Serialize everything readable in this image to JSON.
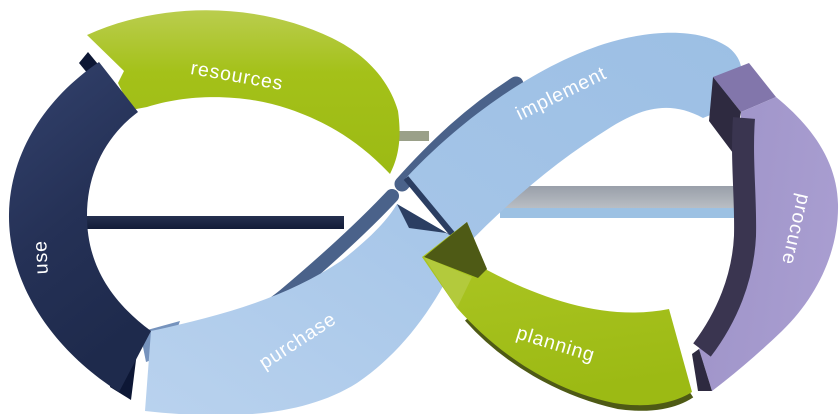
{
  "diagram": {
    "type": "infinity-loop-process-diagram",
    "labels": {
      "resources": "resources",
      "use": "use",
      "purchase": "purchase",
      "implement": "implement",
      "planning": "planning",
      "procure": "procure"
    },
    "colors": {
      "green": "#a4c119",
      "green_light": "#bacd4e",
      "green_dark": "#4e5a15",
      "green_wing": "#b3ca3c",
      "navy": "#253156",
      "navy_light": "#33426d",
      "navy_dark": "#0d1735",
      "navy_bar_top": "#25304f",
      "navy_bar_bottom": "#121c38",
      "blue": "#a5c5e8",
      "blue_light": "#b9d2ee",
      "blue_deep": "#9cbfe4",
      "blue_edge": "#4a628a",
      "blue_cut": "#2b3e62",
      "blue_end_face": "#7693bd",
      "purple": "#9e93c8",
      "purple_face": "#8276ab",
      "purple_dark": "#2e2a40",
      "purple_shadow": "#3a3550",
      "gray_band_top": "#999fa9",
      "gray_band_bottom": "#b9bec4",
      "blue_band": "#9cc1e3",
      "sliver": "#9aa089",
      "text": "#ffffff",
      "background": "#ffffff"
    }
  }
}
